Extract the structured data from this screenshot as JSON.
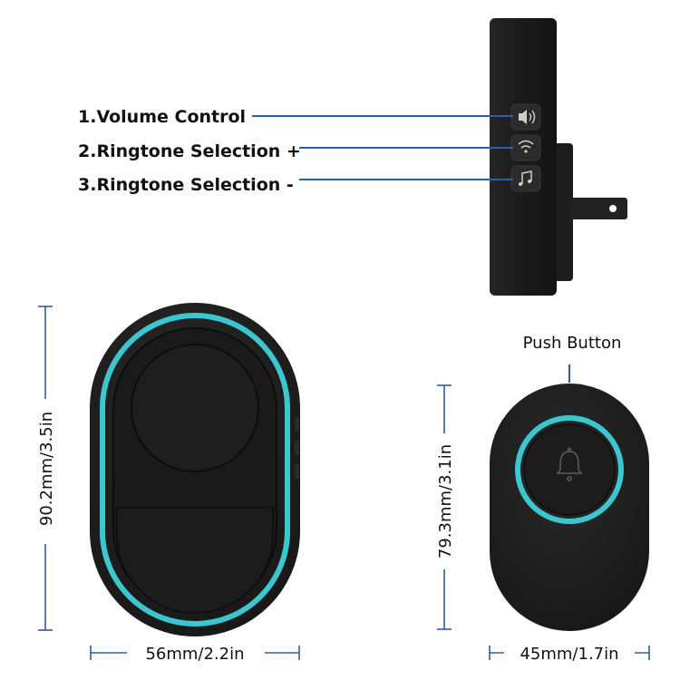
{
  "callouts": {
    "volume": "1.Volume Control",
    "ringtone_plus": "2.Ringtone Selection +",
    "ringtone_minus": "3.Ringtone Selection -"
  },
  "push_button_label": "Push Button",
  "dimensions": {
    "receiver_height": "90.2mm/3.5in",
    "receiver_width": "56mm/2.2in",
    "button_height": "79.3mm/3.1in",
    "button_width": "45mm/1.7in"
  },
  "colors": {
    "device_body": "#1b1b1b",
    "accent_ring": "#3cc6cf",
    "leader_line": "#2a5ea8"
  },
  "icons": [
    "speaker-icon",
    "wifi-icon",
    "music-note-icon",
    "bell-icon"
  ]
}
